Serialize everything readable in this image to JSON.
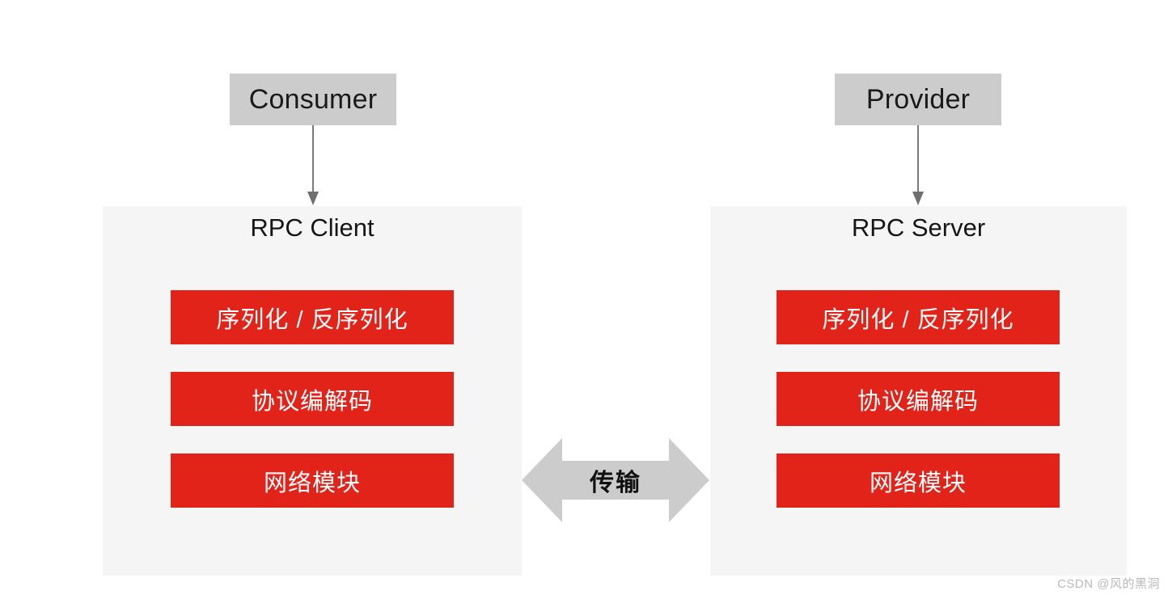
{
  "diagram": {
    "title_not_shown": "",
    "actors": [
      {
        "id": "consumer",
        "label": "Consumer"
      },
      {
        "id": "provider",
        "label": "Provider"
      }
    ],
    "panels": [
      {
        "id": "rpc-client",
        "title": "RPC Client",
        "modules": [
          {
            "label": "序列化 / 反序列化"
          },
          {
            "label": "协议编解码"
          },
          {
            "label": "网络模块"
          }
        ]
      },
      {
        "id": "rpc-server",
        "title": "RPC Server",
        "modules": [
          {
            "label": "序列化 / 反序列化"
          },
          {
            "label": "协议编解码"
          },
          {
            "label": "网络模块"
          }
        ]
      }
    ],
    "transport": {
      "label": "传输",
      "direction": "bidirectional"
    },
    "connectors": [
      {
        "from": "consumer",
        "to": "rpc-client",
        "direction": "down"
      },
      {
        "from": "provider",
        "to": "rpc-server",
        "direction": "down"
      }
    ],
    "colors": {
      "actor_box": "#cccccc",
      "panel_bg": "#f5f5f5",
      "module_red": "#e2231a",
      "module_text": "#ffffff",
      "arrow_gray": "#cccccc",
      "connector_gray": "#808080",
      "title_text": "#161616",
      "watermark_text": "#b9b9b9",
      "page_bg": "#ffffff"
    }
  },
  "watermark": {
    "text": "CSDN @风的黑洞"
  }
}
